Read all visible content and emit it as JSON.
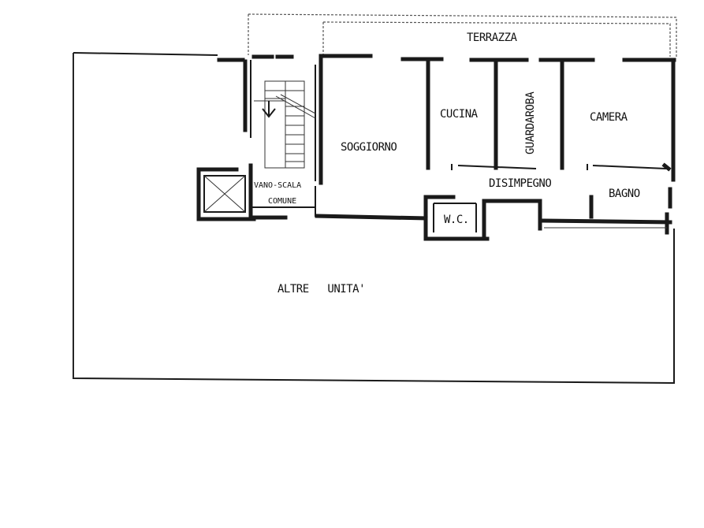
{
  "rooms": {
    "terrazza": "TERRAZZA",
    "soggiorno": "SOGGIORNO",
    "cucina": "CUCINA",
    "guardaroba": "GUARDAROBA",
    "camera": "CAMERA",
    "disimpegno": "DISIMPEGNO",
    "bagno": "BAGNO",
    "wc": "W.C.",
    "vano_scala_1": "VANO-SCALA",
    "vano_scala_2": "COMUNE",
    "altre_unita": "ALTRE   UNITA'"
  }
}
